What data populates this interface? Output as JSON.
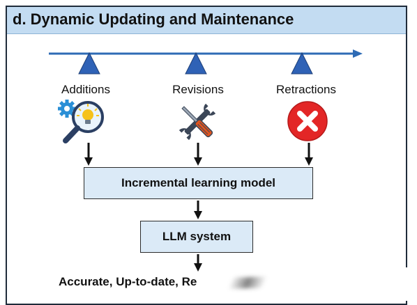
{
  "panel": {
    "title": "d. Dynamic Updating and Maintenance"
  },
  "inputs": [
    {
      "label": "Additions",
      "icon": "gear-magnifier-lightbulb-icon"
    },
    {
      "label": "Revisions",
      "icon": "screwdriver-wrench-icon"
    },
    {
      "label": "Retractions",
      "icon": "red-x-circle-icon"
    }
  ],
  "model_box": {
    "label": "Incremental learning model"
  },
  "system_box": {
    "label": "LLM system"
  },
  "output": {
    "label": "Accurate, Up-to-date, Re"
  },
  "colors": {
    "header_bg": "#c3dcf2",
    "timeline": "#2e6bb5",
    "triangle": "#2f62b6",
    "box_fill": "#dbeaf7",
    "retraction_red": "#e32626",
    "gear_blue": "#2a8fd6",
    "bulb_yellow": "#f6c21a",
    "handle_orange": "#e0541e"
  }
}
